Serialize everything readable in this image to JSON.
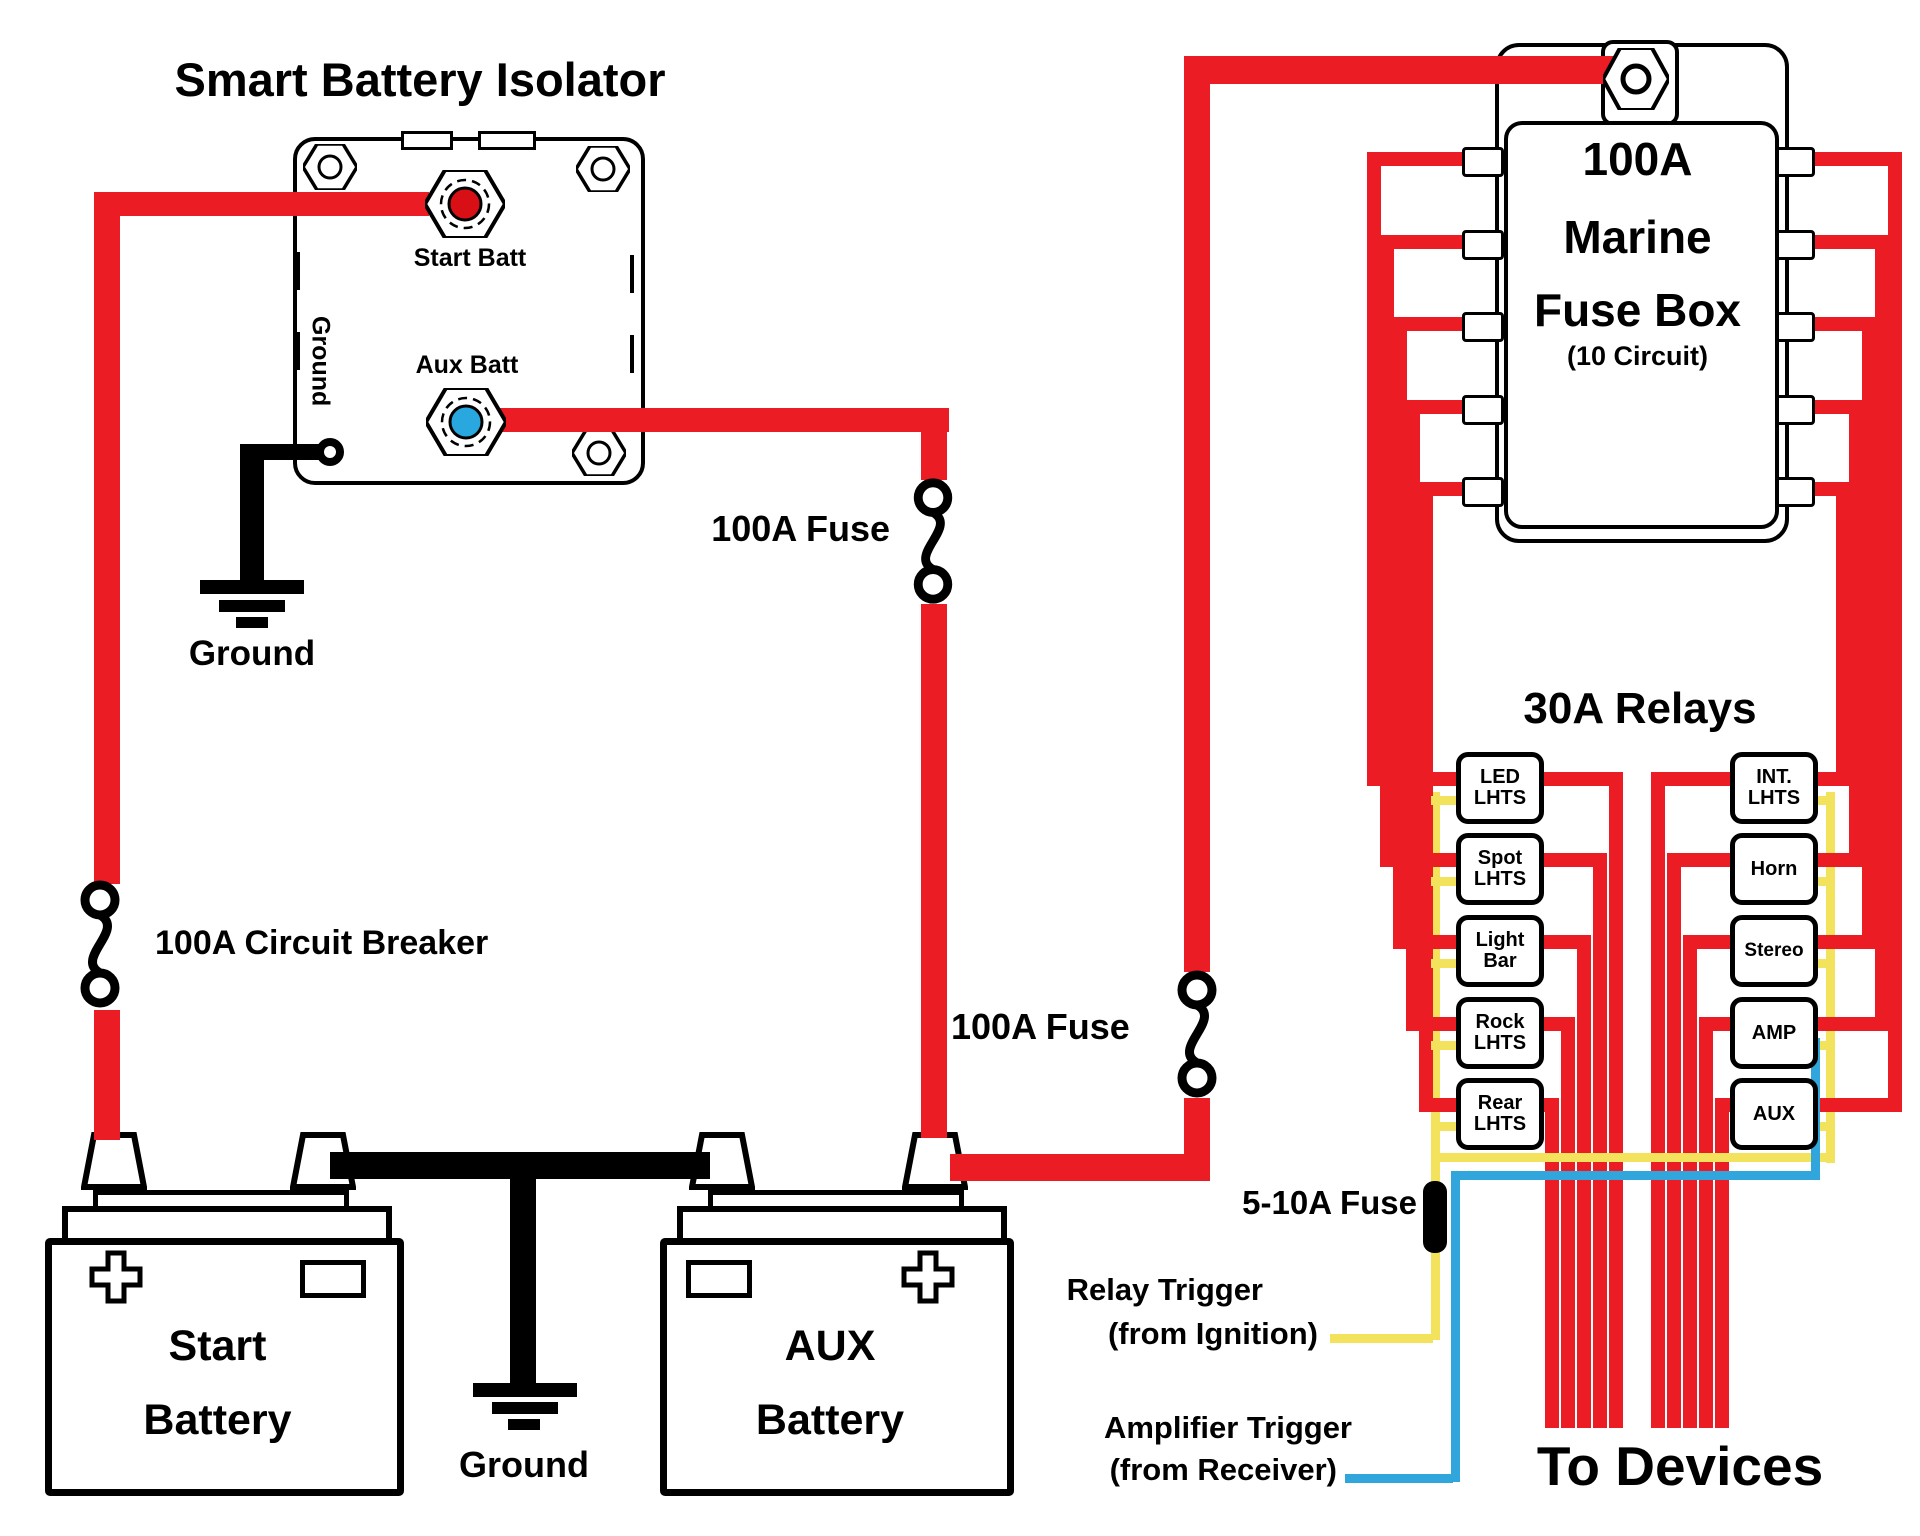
{
  "colors": {
    "wire_red": "#EC1C24",
    "wire_yellow": "#F2E25C",
    "wire_blue": "#30A6DD",
    "wire_black": "#000000",
    "terminal_start": "#D90F16",
    "terminal_aux": "#29A8E0"
  },
  "title": "Smart Battery Isolator",
  "isolator": {
    "start_terminal_label": "Start Batt",
    "aux_terminal_label": "Aux Batt",
    "ground_label": "Ground"
  },
  "grounds": {
    "isolator_ground_label": "Ground",
    "battery_ground_label": "Ground"
  },
  "wire_labels": {
    "circuit_breaker": "100A Circuit Breaker",
    "fuse_isolator_aux": "100A Fuse",
    "fuse_aux_feed": "100A Fuse",
    "low_amp_fuse": "5-10A Fuse",
    "relay_trigger_line1": "Relay Trigger",
    "relay_trigger_line2": "(from Ignition)",
    "amp_trigger_line1": "Amplifier Trigger",
    "amp_trigger_line2": "(from Receiver)",
    "to_devices": "To Devices"
  },
  "fuse_box": {
    "line1": "100A",
    "line2": "Marine",
    "line3": "Fuse Box",
    "line4": "(10 Circuit)"
  },
  "relays_title": "30A Relays",
  "relays": {
    "left": [
      "LED\nLHTS",
      "Spot\nLHTS",
      "Light\nBar",
      "Rock\nLHTS",
      "Rear\nLHTS"
    ],
    "right": [
      "INT.\nLHTS",
      "Horn",
      "Stereo",
      "AMP",
      "AUX"
    ]
  },
  "batteries": {
    "start": {
      "line1": "Start",
      "line2": "Battery"
    },
    "aux": {
      "line1": "AUX",
      "line2": "Battery"
    }
  }
}
